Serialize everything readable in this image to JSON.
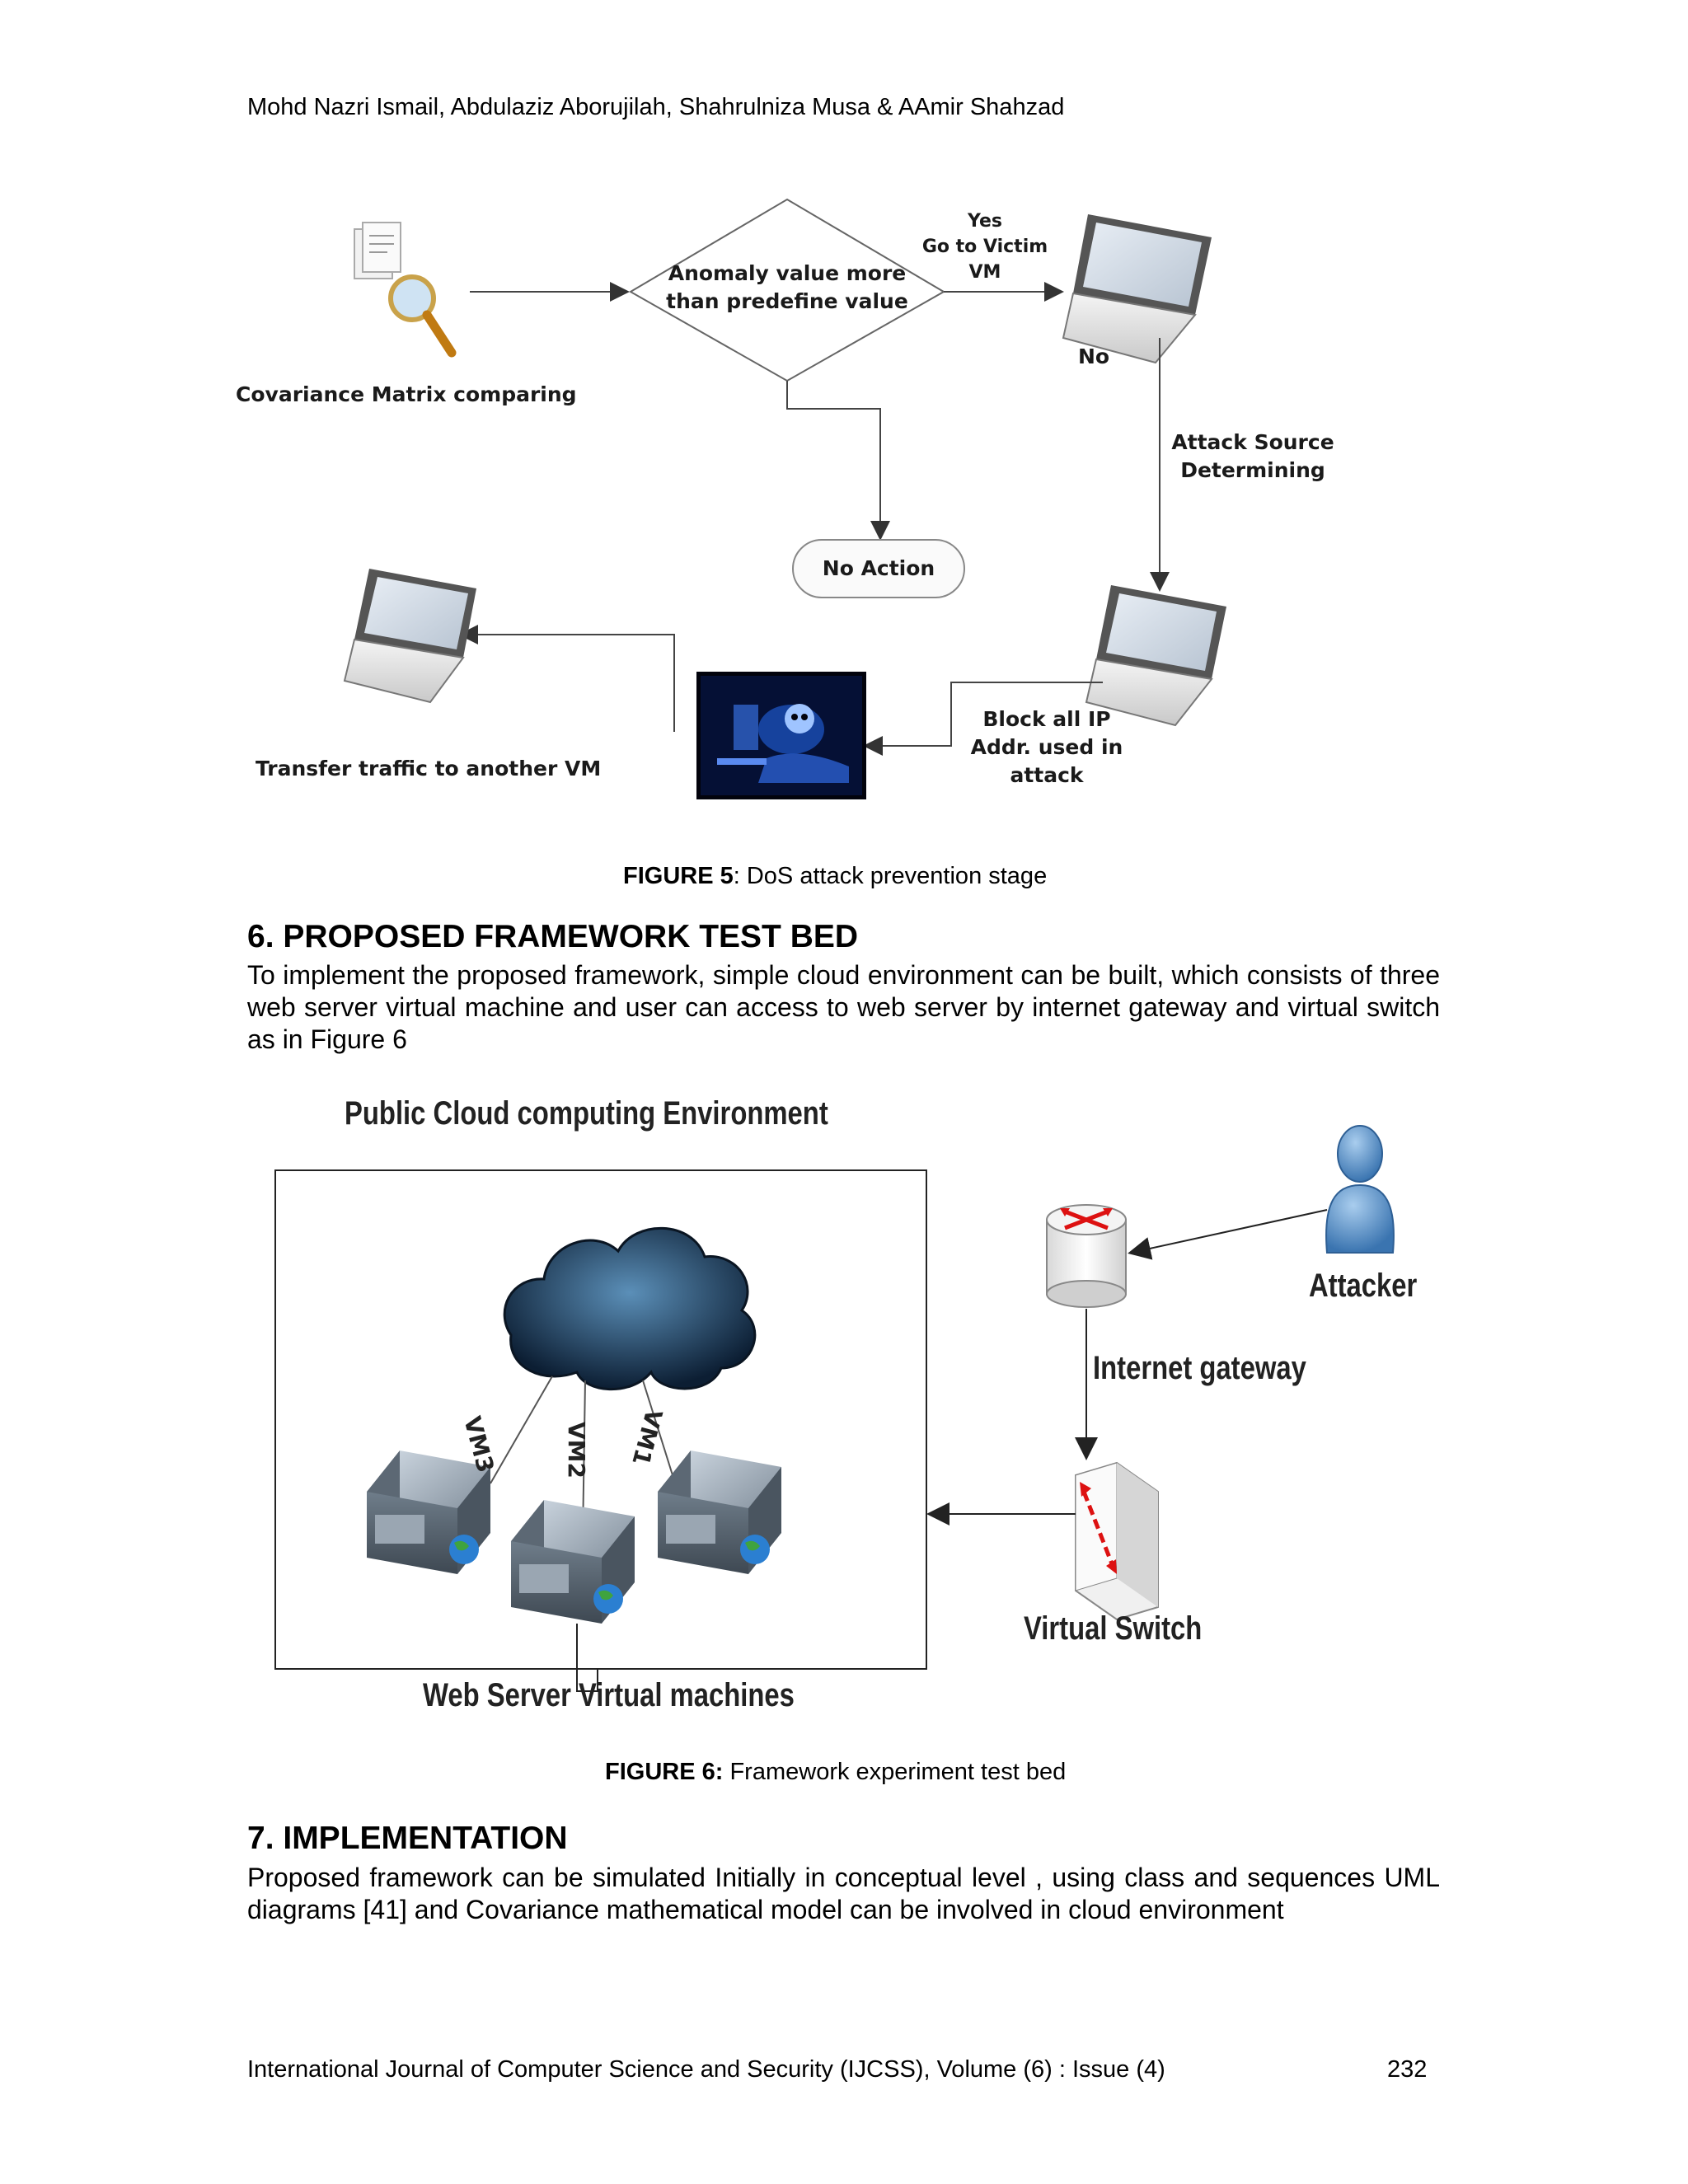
{
  "header": {
    "authors": "Mohd Nazri Ismail, Abdulaziz  Aborujilah, Shahrulniza  Musa & AAmir  Shahzad"
  },
  "figure5": {
    "nodes": {
      "covariance": "Covariance Matrix comparing",
      "decision_line1": "Anomaly value more",
      "decision_line2": "than predefine value",
      "yes_line1": "Yes",
      "yes_line2": "Go to Victim",
      "yes_line3": "VM",
      "no": "No",
      "no_action": "No Action",
      "attack_source_line1": "Attack Source",
      "attack_source_line2": "Determining",
      "block_line1": "Block all IP",
      "block_line2": "Addr. used in",
      "block_line3": "attack",
      "transfer": "Transfer traffic to another VM"
    },
    "caption_label": "FIGURE 5",
    "caption_text": ": DoS attack prevention stage"
  },
  "section6": {
    "title": "6. PROPOSED FRAMEWORK TEST BED",
    "body": "To implement the proposed framework, simple cloud environment can be built, which consists of three web server virtual machine and user can access to web server by internet gateway and virtual switch as in Figure 6"
  },
  "figure6": {
    "title": "Public Cloud computing Environment",
    "attacker": "Attacker",
    "internet_gateway": "Internet gateway",
    "virtual_switch": "Virtual Switch",
    "web_servers": "Web Server Virtual machines",
    "vm_labels": [
      "VM3",
      "VM2",
      "VM1"
    ],
    "caption_label": "FIGURE 6:",
    "caption_text": " Framework experiment test bed"
  },
  "section7": {
    "title": "7.  IMPLEMENTATION",
    "body": "Proposed   framework can be simulated Initially in conceptual level , using class and sequences UML diagrams  [41] and Covariance mathematical model can be involved in cloud environment"
  },
  "footer": {
    "journal": "International Journal of Computer Science and Security (IJCSS), Volume (6) : Issue (4)",
    "page": "232"
  }
}
